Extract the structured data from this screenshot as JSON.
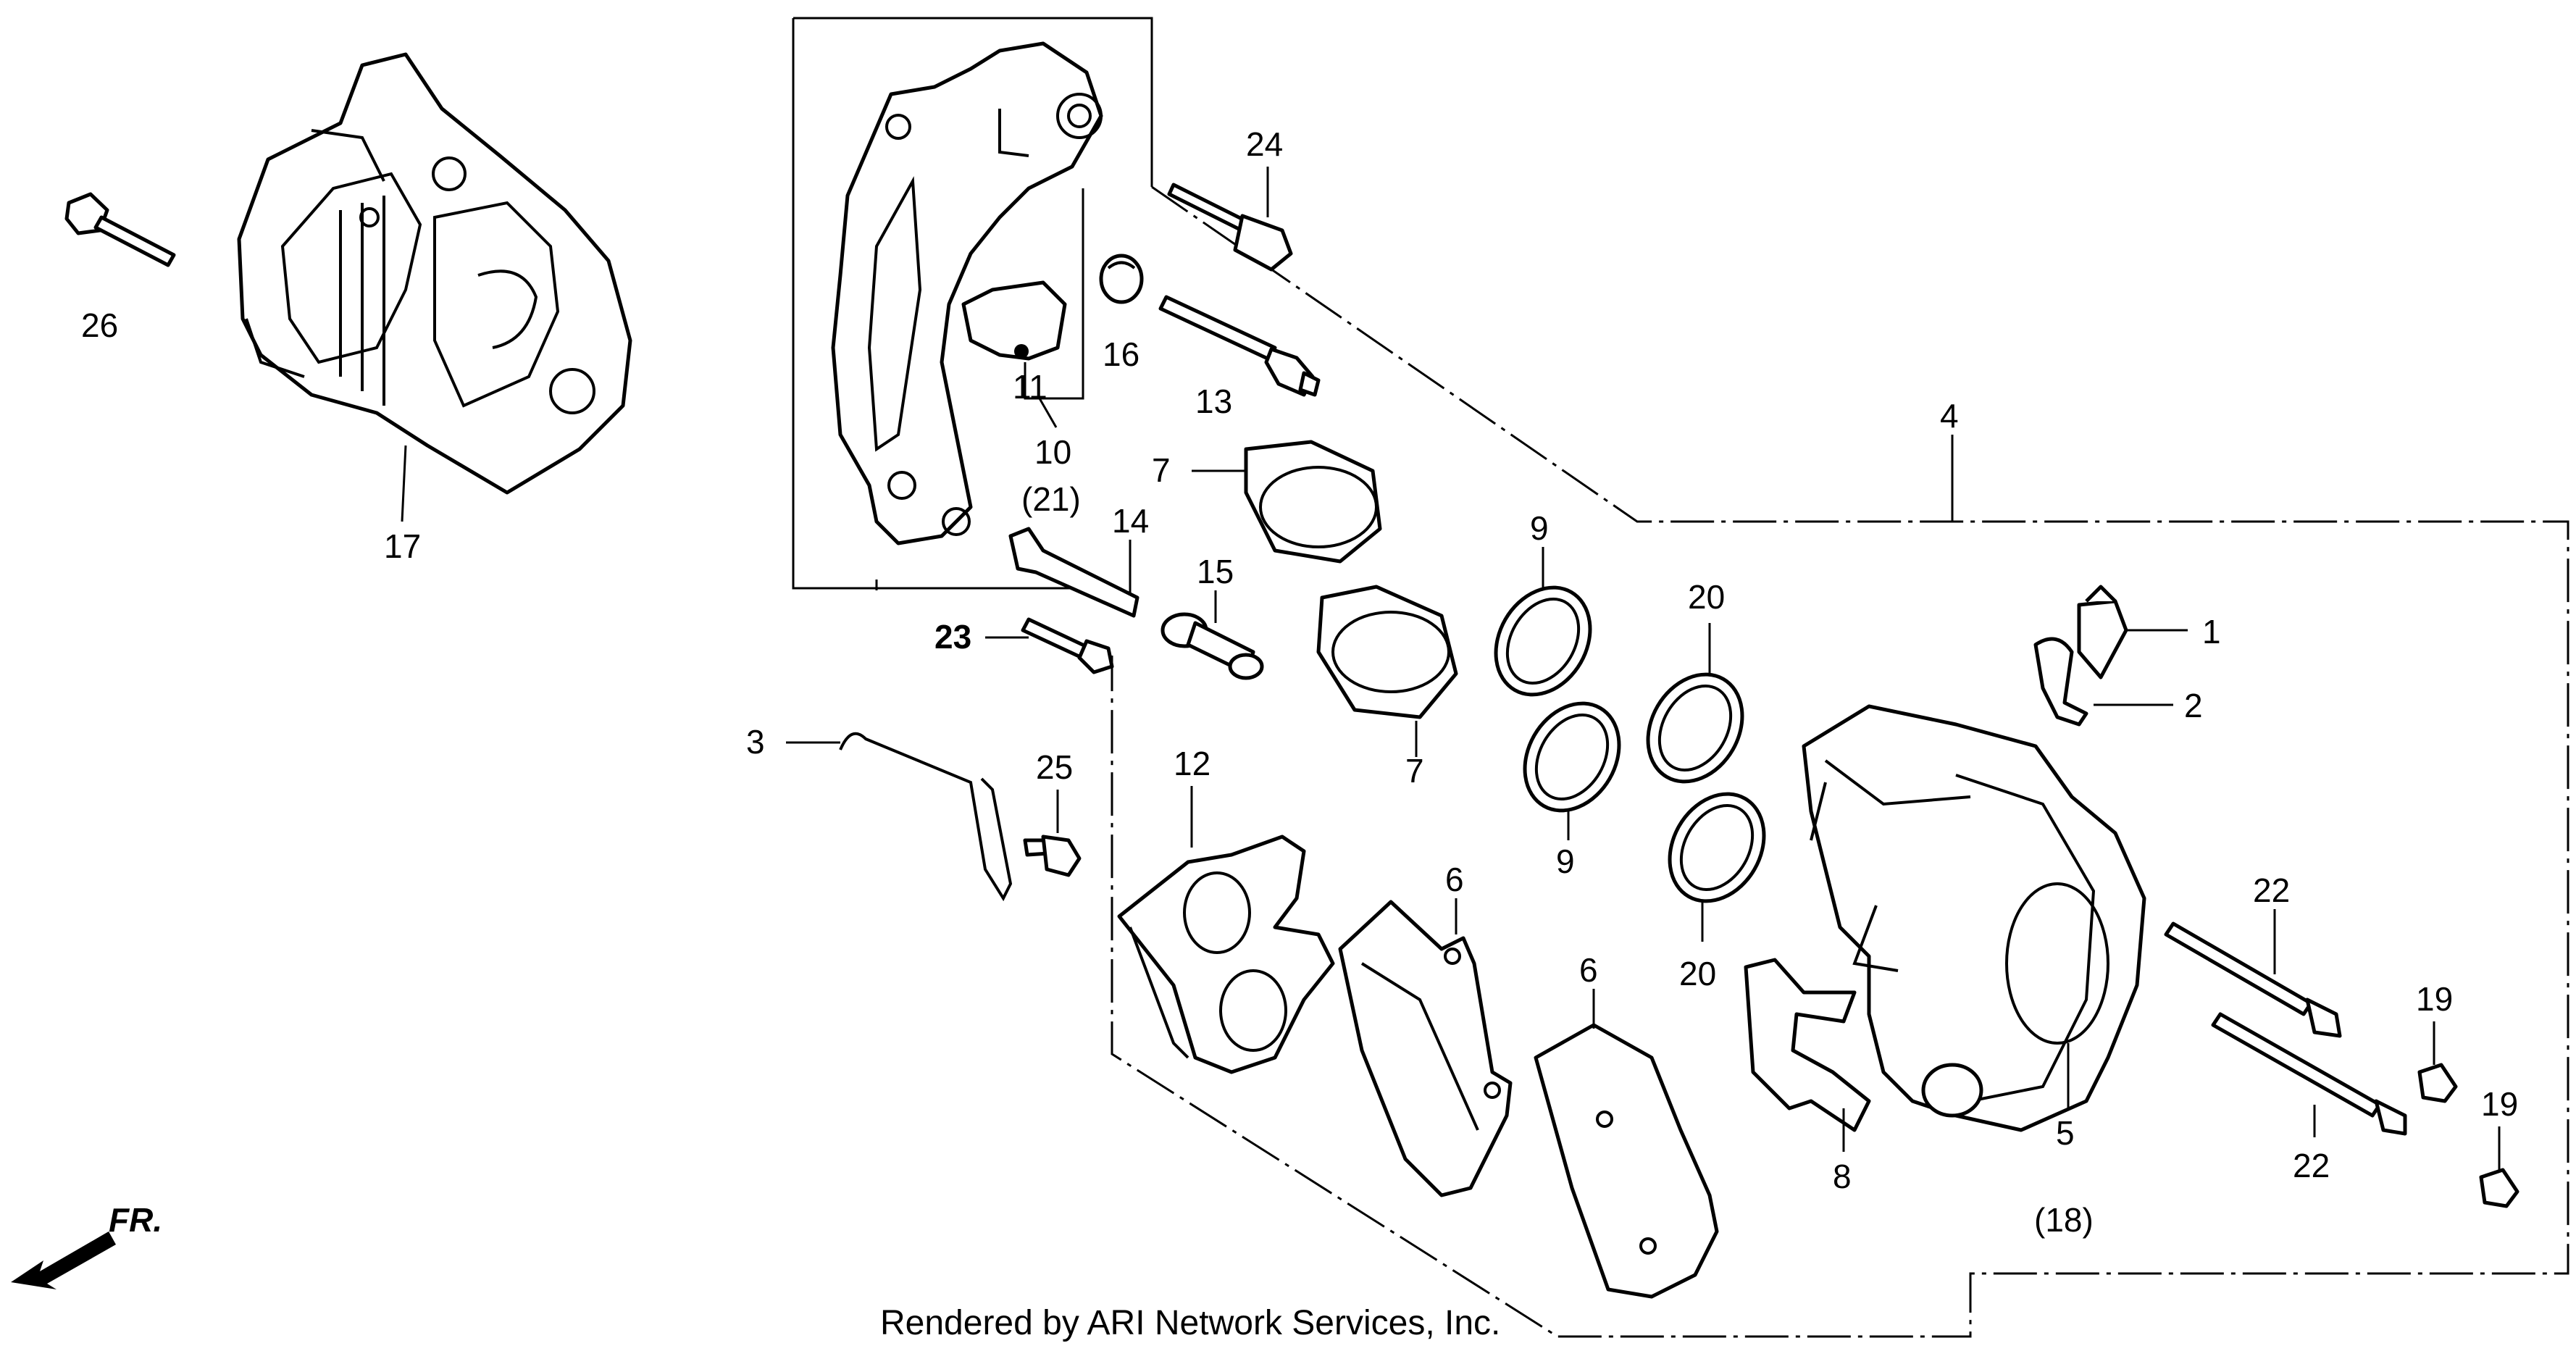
{
  "labels": {
    "p1": "1",
    "p2": "2",
    "p3": "3",
    "p4": "4",
    "p5": "5",
    "p5b": "(18)",
    "p6a": "6",
    "p6b": "6",
    "p7a": "7",
    "p7b": "7",
    "p8": "8",
    "p9a": "9",
    "p9b": "9",
    "p10": "10",
    "p10b": "(21)",
    "p11": "11",
    "p12": "12",
    "p13": "13",
    "p14": "14",
    "p15": "15",
    "p16": "16",
    "p17": "17",
    "p19a": "19",
    "p19b": "19",
    "p20a": "20",
    "p20b": "20",
    "p22a": "22",
    "p22b": "22",
    "p23": "23",
    "p24": "24",
    "p25": "25",
    "p26": "26"
  },
  "front_marker": "FR.",
  "credit": "Rendered by ARI Network Services, Inc."
}
